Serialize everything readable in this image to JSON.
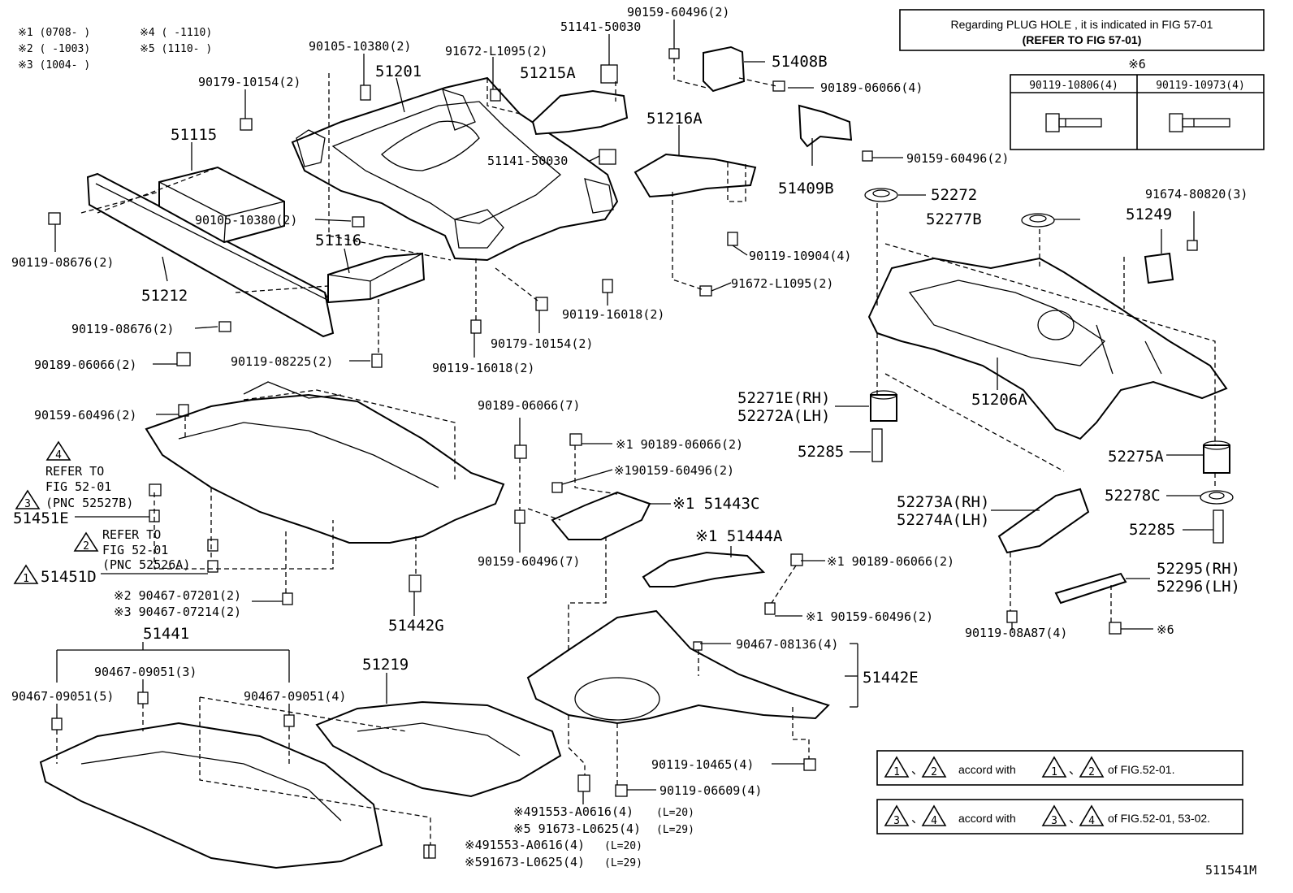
{
  "figure_code": "511541M",
  "plug_hole_note": {
    "line1": "Regarding  PLUG  HOLE , it is indicated in  FIG  57-01",
    "line2": "(REFER  TO  FIG  57-01)"
  },
  "legend": {
    "k1": "※1 (0708-     )",
    "k2": "※2 (     -1003)",
    "k3": "※3 (1004-     )",
    "k4": "※4 (   -1110)",
    "k5": "※5 (1110-    )"
  },
  "bolt_table": {
    "marker": "※6",
    "col1": "90119-10806(4)",
    "col2": "90119-10973(4)"
  },
  "notes": {
    "n1": {
      "prefix": "、",
      "mid": "accord with",
      "suffix": "of FIG.52-01."
    },
    "n2": {
      "prefix": "、",
      "mid": "accord with",
      "suffix": "of FIG.52-01, 53-02."
    }
  },
  "triangles": {
    "t1": "1",
    "t2": "2",
    "t3": "3",
    "t4": "4"
  },
  "refer_notes": {
    "r4a": "REFER TO",
    "r4b": "FIG 52-01",
    "r4c": "(PNC 52527B)",
    "r2a": "REFER TO",
    "r2b": "FIG 52-01",
    "r2c": "(PNC 52526A)"
  },
  "labels": {
    "p90159_60496_2_top": "90159-60496(2)",
    "p51141_50030_top": "51141-50030",
    "p90105_10380_2_top": "90105-10380(2)",
    "p91672_L1095_2_top": "91672-L1095(2)",
    "p51215A": "51215A",
    "p51201": "51201",
    "p90179_10154_2_top": "90179-10154(2)",
    "p51408B": "51408B",
    "p90189_06066_4": "90189-06066(4)",
    "p51115": "51115",
    "p51216A": "51216A",
    "p51141_50030_mid": "51141-50030",
    "p90159_60496_2_right": "90159-60496(2)",
    "p51409B": "51409B",
    "p52272": "52272",
    "p52277B": "52277B",
    "p91674_80820_3": "91674-80820(3)",
    "p51249": "51249",
    "p90105_10380_2_mid": "90105-10380(2)",
    "p51116": "51116",
    "p90119_08676_2_left": "90119-08676(2)",
    "p90119_10904_4": "90119-10904(4)",
    "p91672_L1095_2_mid": "91672-L1095(2)",
    "p51212": "51212",
    "p90119_16018_2_a": "90119-16018(2)",
    "p90119_08676_2_b": "90119-08676(2)",
    "p90179_10154_2_mid": "90179-10154(2)",
    "p90119_08225_2": "90119-08225(2)",
    "p90119_16018_2_b": "90119-16018(2)",
    "p90189_06066_2_left": "90189-06066(2)",
    "p51206A": "51206A",
    "p52271E": "52271E(RH)",
    "p52272A": "52272A(LH)",
    "p90159_60496_2_left": "90159-60496(2)",
    "p90189_06066_7": "90189-06066(7)",
    "p90189_06066_2_k1a": "※1 90189-06066(2)",
    "p52285_a": "52285",
    "p52275A": "52275A",
    "p90159_60496_2_k1a": "※190159-60496(2)",
    "p51443C": "※1 51443C",
    "p52273A": "52273A(RH)",
    "p52274A": "52274A(LH)",
    "p52278C": "52278C",
    "p51451E": "51451E",
    "p52285_b": "52285",
    "p90159_60496_7": "90159-60496(7)",
    "p51444A": "※1 51444A",
    "p90189_06066_2_k1b": "※1  90189-06066(2)",
    "p51451D": "51451D",
    "p90467_07201_2": "※2 90467-07201(2)",
    "p90467_07214_2": "※3 90467-07214(2)",
    "p52295": "52295(RH)",
    "p52296": "52296(LH)",
    "p90159_60496_2_k1b": "※1  90159-60496(2)",
    "p51442G": "51442G",
    "p51441": "51441",
    "p90119_08A87_4": "90119-08A87(4)",
    "p_k6": "※6",
    "p90467_08136_4": "90467-08136(4)",
    "p90467_09051_3": "90467-09051(3)",
    "p51219": "51219",
    "p51442E": "51442E",
    "p90467_09051_5": "90467-09051(5)",
    "p90467_09051_4": "90467-09051(4)",
    "p90119_10465_4": "90119-10465(4)",
    "p90119_06609_4": "90119-06609(4)",
    "p91553_A0616_a": "※491553-A0616(4)",
    "p91553_A0616_a_len": "(L=20)",
    "p91673_L0625_a": "※5 91673-L0625(4)",
    "p91673_L0625_a_len": "(L=29)",
    "p91553_A0616_b": "※491553-A0616(4)",
    "p91553_A0616_b_len": "(L=20)",
    "p91673_L0625_b": "※591673-L0625(4)",
    "p91673_L0625_b_len": "(L=29)"
  }
}
